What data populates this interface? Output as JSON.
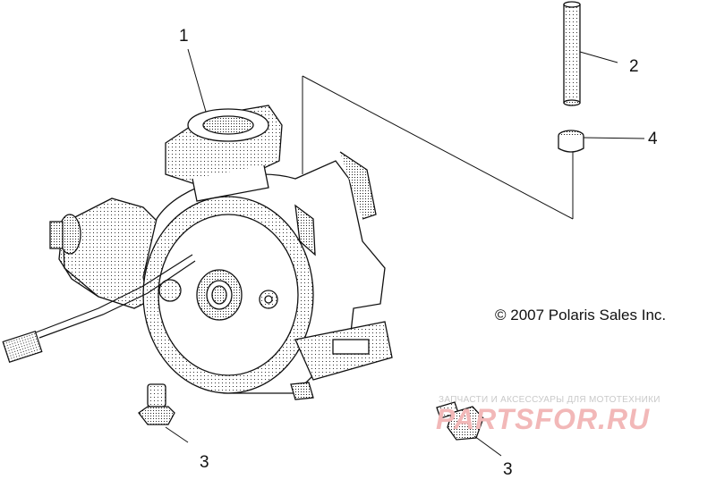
{
  "diagram": {
    "callouts": {
      "part_1": "1",
      "part_2": "2",
      "part_3_left": "3",
      "part_3_right": "3",
      "part_4": "4"
    },
    "copyright": "© 2007 Polaris Sales Inc.",
    "watermark": {
      "tagline": "ЗАПЧАСТИ И АКСЕССУАРЫ ДЛЯ МОТОТЕХНИКИ",
      "logo": "PARTSFOR.RU"
    },
    "colors": {
      "line": "#111111",
      "watermark_logo": "#f2b8b8",
      "watermark_tagline": "#c9c9c9",
      "background": "#ffffff"
    }
  }
}
